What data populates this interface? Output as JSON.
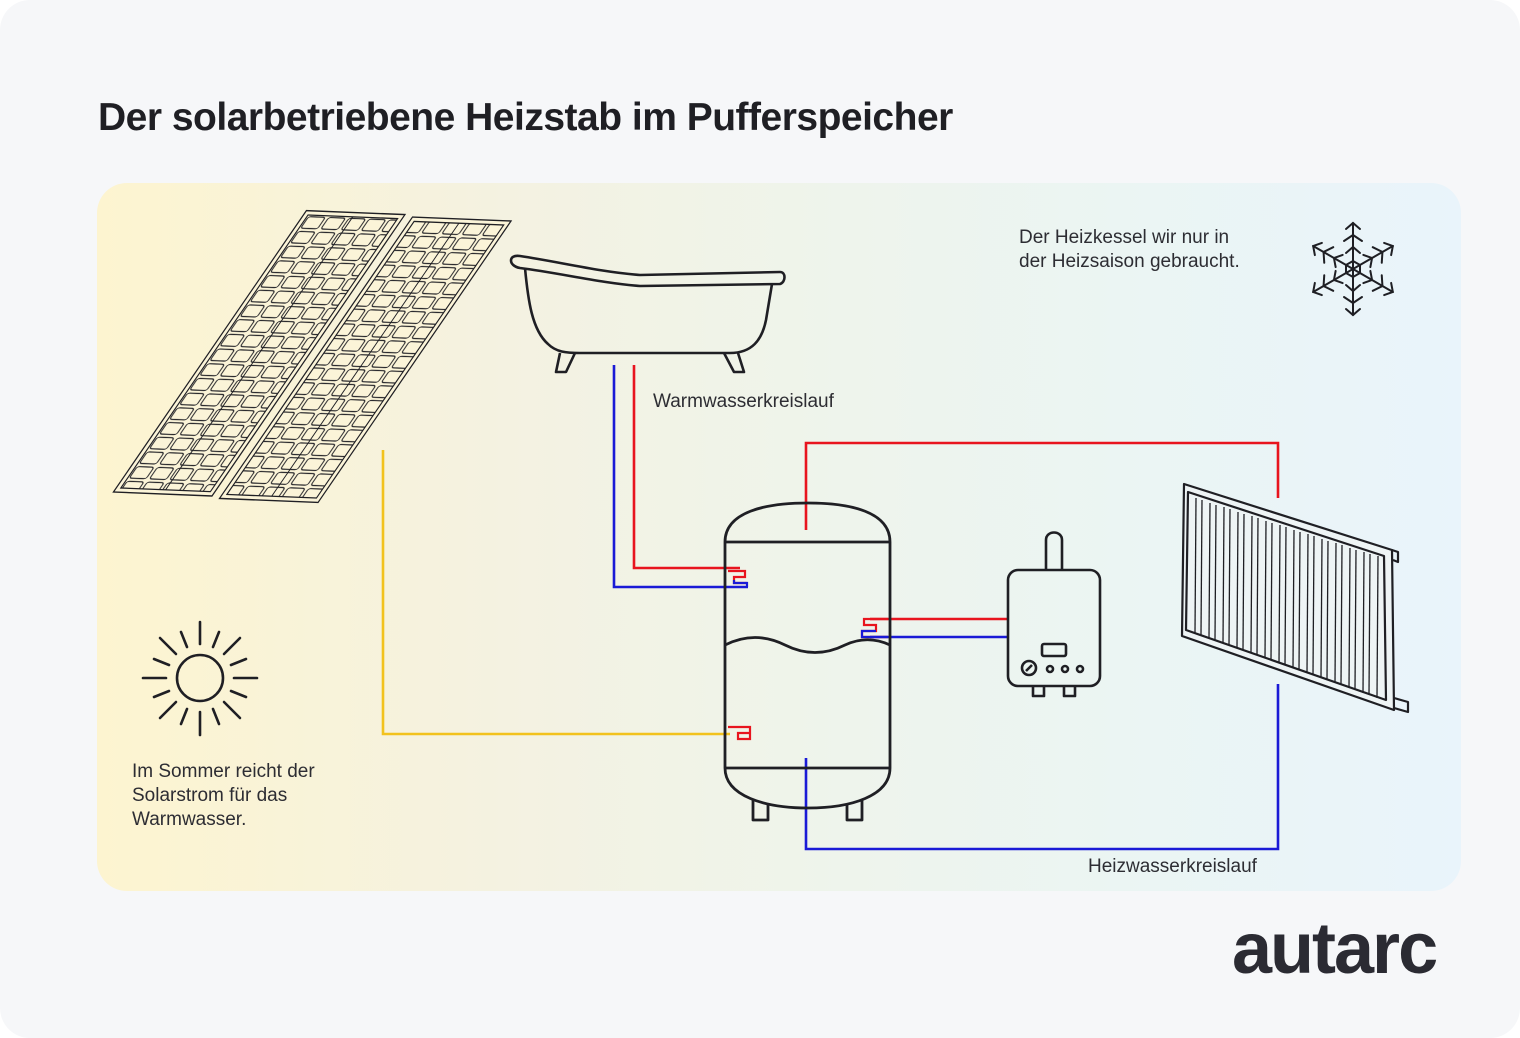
{
  "title": "Der solarbetriebene Heizstab im Pufferspeicher",
  "notes": {
    "winter": [
      "Der Heizkessel wir nur in",
      "der Heizsaison gebraucht."
    ],
    "summer": [
      "Im Sommer reicht der",
      "Solarstrom für das",
      "Warmwasser."
    ]
  },
  "labels": {
    "hot_water_circuit": "Warmwasserkreislauf",
    "heating_water_circuit": "Heizwasserkreislauf"
  },
  "logo": "autarc",
  "icons": {
    "solar_panel": "solar-panel-icon",
    "bathtub": "bathtub-icon",
    "buffer_tank": "buffer-tank-icon",
    "boiler": "boiler-icon",
    "radiator": "radiator-icon",
    "sun": "sun-icon",
    "snowflake": "snowflake-icon"
  },
  "colors": {
    "hot": "#e8141e",
    "cold": "#1a1ad6",
    "solar": "#f2c21d",
    "line": "#1f1f24"
  }
}
